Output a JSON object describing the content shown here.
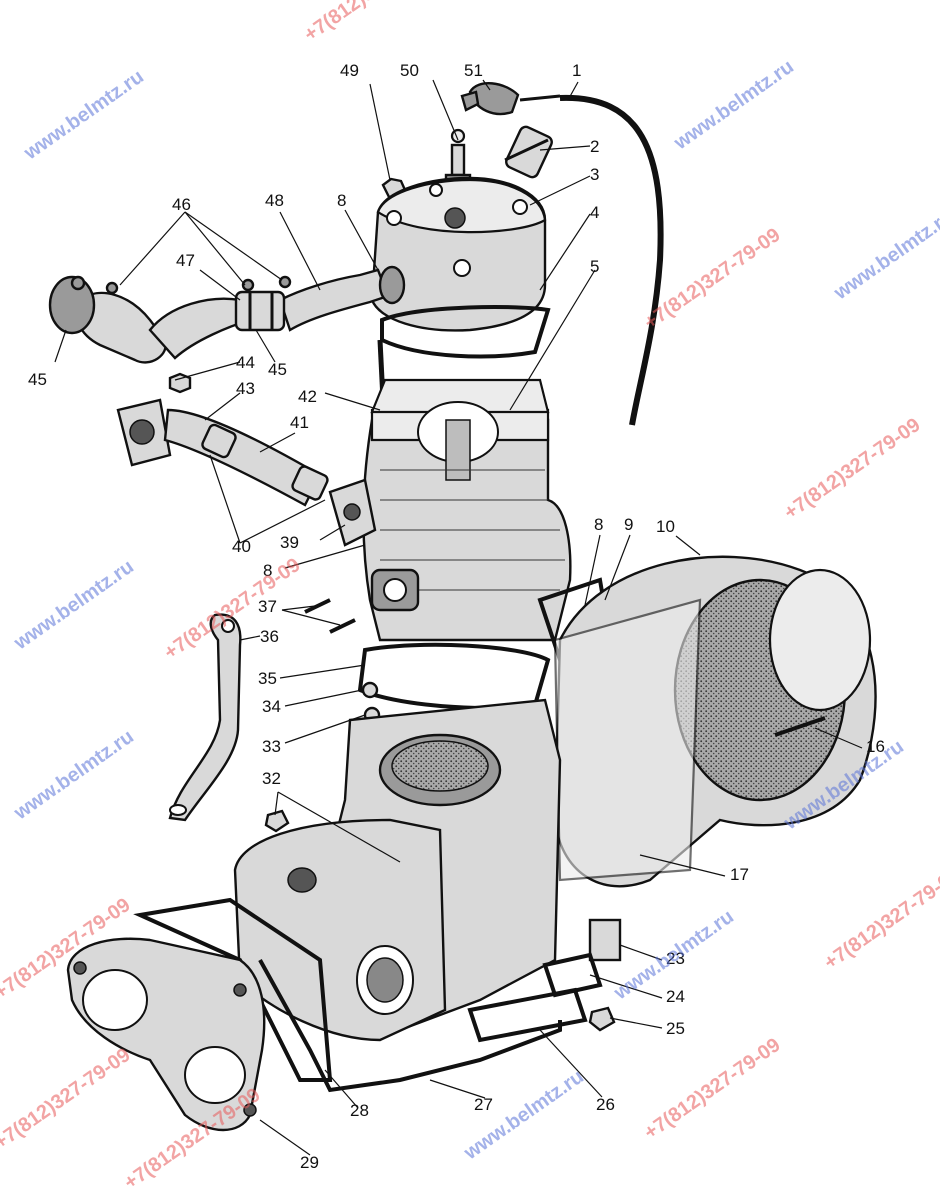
{
  "callouts": [
    "1",
    "2",
    "3",
    "4",
    "5",
    "8",
    "8",
    "8",
    "9",
    "10",
    "16",
    "17",
    "23",
    "24",
    "25",
    "26",
    "27",
    "28",
    "29",
    "32",
    "33",
    "34",
    "35",
    "36",
    "37",
    "39",
    "40",
    "41",
    "42",
    "43",
    "44",
    "45",
    "45",
    "46",
    "47",
    "48",
    "49",
    "50",
    "51"
  ],
  "watermarks": {
    "site": "www.belmtz.ru",
    "phone": "+7(812)327-79-09"
  },
  "colors": {
    "ink": "#111111",
    "watermark_site": "#5b74d8",
    "watermark_phone": "#e85a5a"
  }
}
